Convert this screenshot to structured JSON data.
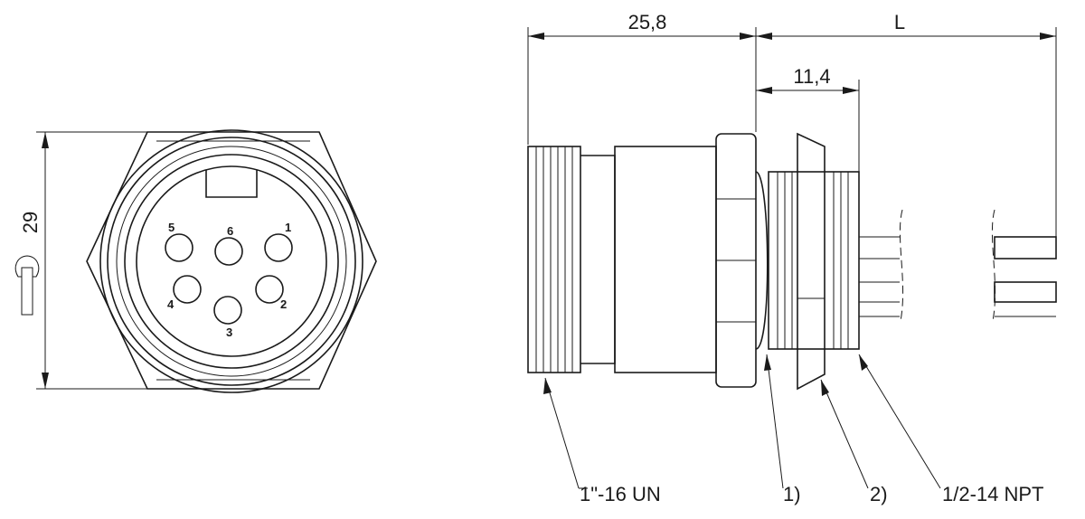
{
  "front_view": {
    "dimension_height": "29",
    "pins": [
      {
        "label": "1"
      },
      {
        "label": "2"
      },
      {
        "label": "3"
      },
      {
        "label": "4"
      },
      {
        "label": "5"
      },
      {
        "label": "6"
      }
    ]
  },
  "side_view": {
    "dimension_front": "25,8",
    "dimension_total": "L",
    "dimension_thread": "11,4",
    "callouts": {
      "front_thread": "1\"-16 UN",
      "note1": "1)",
      "note2": "2)",
      "rear_thread": "1/2-14 NPT"
    }
  }
}
